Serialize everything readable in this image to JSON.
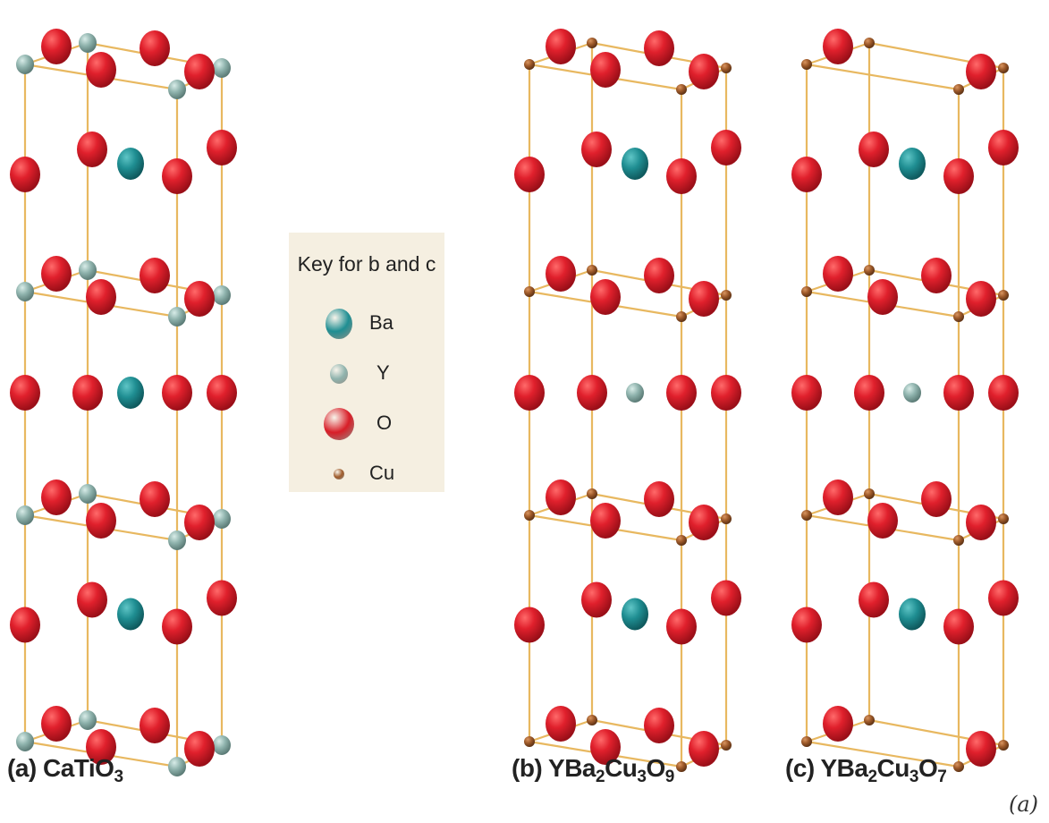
{
  "colors": {
    "ba": "#1f8e92",
    "y": "#8fb3ad",
    "o": "#d81e28",
    "cu": "#9e5a2a",
    "frame": "#e8b860",
    "legend_bg": "#f5efe1"
  },
  "legend": {
    "title": "Key for b and c",
    "items": [
      {
        "label": "Ba",
        "color_key": "ba"
      },
      {
        "label": "Y",
        "color_key": "y"
      },
      {
        "label": "O",
        "color_key": "o"
      },
      {
        "label": "Cu",
        "color_key": "cu"
      }
    ]
  },
  "panels": [
    {
      "letter": "(a)",
      "formula": [
        {
          "t": "CaTiO"
        },
        {
          "s": "3"
        }
      ],
      "corner": "y",
      "center": "ba",
      "mid_center": "ba",
      "top_oxygen": true
    },
    {
      "letter": "(b)",
      "formula": [
        {
          "t": "YBa"
        },
        {
          "s": "2"
        },
        {
          "t": "Cu"
        },
        {
          "s": "3"
        },
        {
          "t": "O"
        },
        {
          "s": "9"
        }
      ],
      "corner": "cu",
      "center": "ba",
      "mid_center": "y",
      "top_oxygen": true
    },
    {
      "letter": "(c)",
      "formula": [
        {
          "t": "YBa"
        },
        {
          "s": "2"
        },
        {
          "t": "Cu"
        },
        {
          "s": "3"
        },
        {
          "t": "O"
        },
        {
          "s": "7"
        }
      ],
      "corner": "cu",
      "center": "ba",
      "mid_center": "y",
      "top_oxygen": false
    }
  ],
  "figure_marker": "(a)"
}
